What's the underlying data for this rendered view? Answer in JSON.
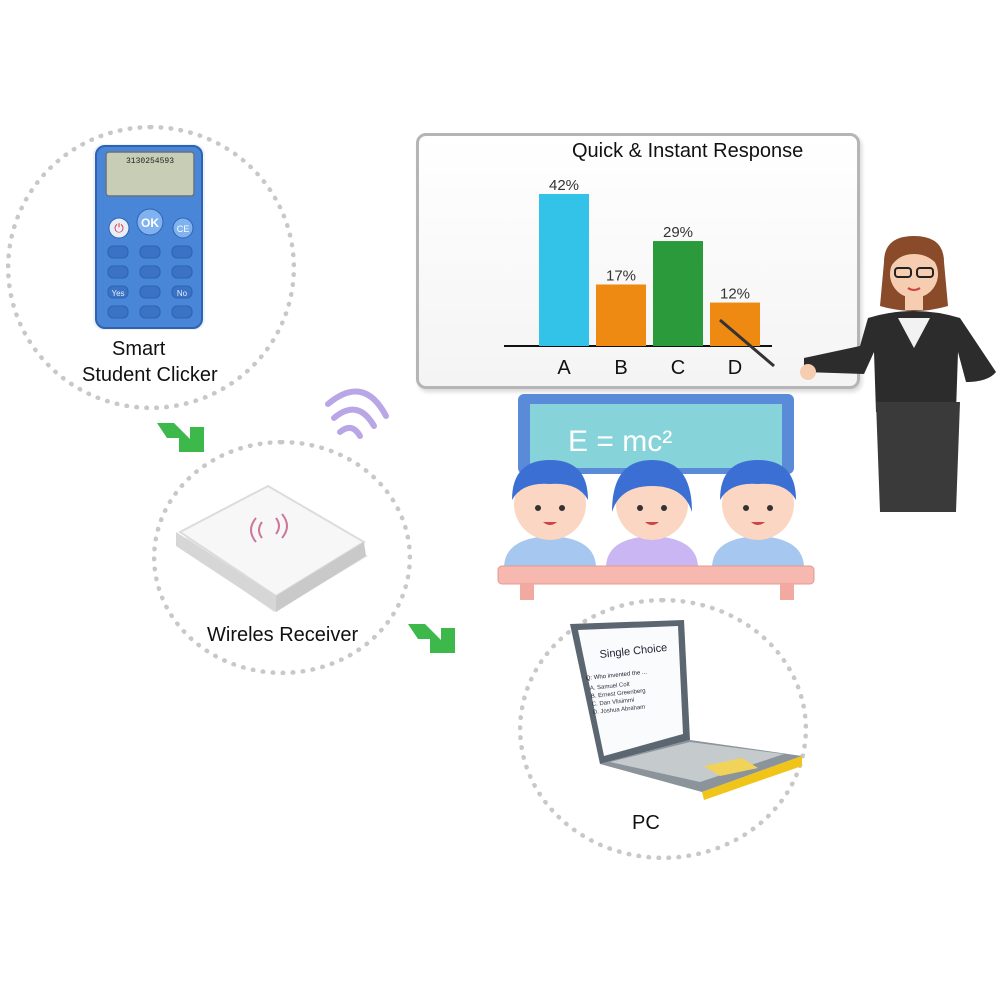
{
  "labels": {
    "clicker_line1": "Smart",
    "clicker_line2": "Student Clicker",
    "receiver": "Wireles Receiver",
    "pc": "PC"
  },
  "clicker": {
    "screen_text": "3130254593",
    "ok_key": "OK",
    "ce_key": "CE",
    "yes_key": "Yes",
    "no_key": "No"
  },
  "board_formula": "E = mc²",
  "laptop": {
    "heading": "Single Choice",
    "question": "Q: Who invented the ...",
    "options": [
      "A. Samuel Colt",
      "B. Ernest Greenberg",
      "C. Dan Vlisimmi",
      "D. Joshua Abraham"
    ]
  },
  "chart_data": {
    "type": "bar",
    "title": "Quick & Instant Response",
    "categories": [
      "A",
      "B",
      "C",
      "D"
    ],
    "values": [
      42,
      17,
      29,
      12
    ],
    "value_labels": [
      "42%",
      "17%",
      "29%",
      "12%"
    ],
    "colors": [
      "#33c3e8",
      "#ee8a12",
      "#2a9a3a",
      "#ee8a12"
    ],
    "ylim": [
      0,
      42
    ],
    "grid": false
  },
  "colors": {
    "arrow": "#3db84a",
    "clicker_body": "#4a86d8",
    "wifi": "#b9a6e6"
  }
}
